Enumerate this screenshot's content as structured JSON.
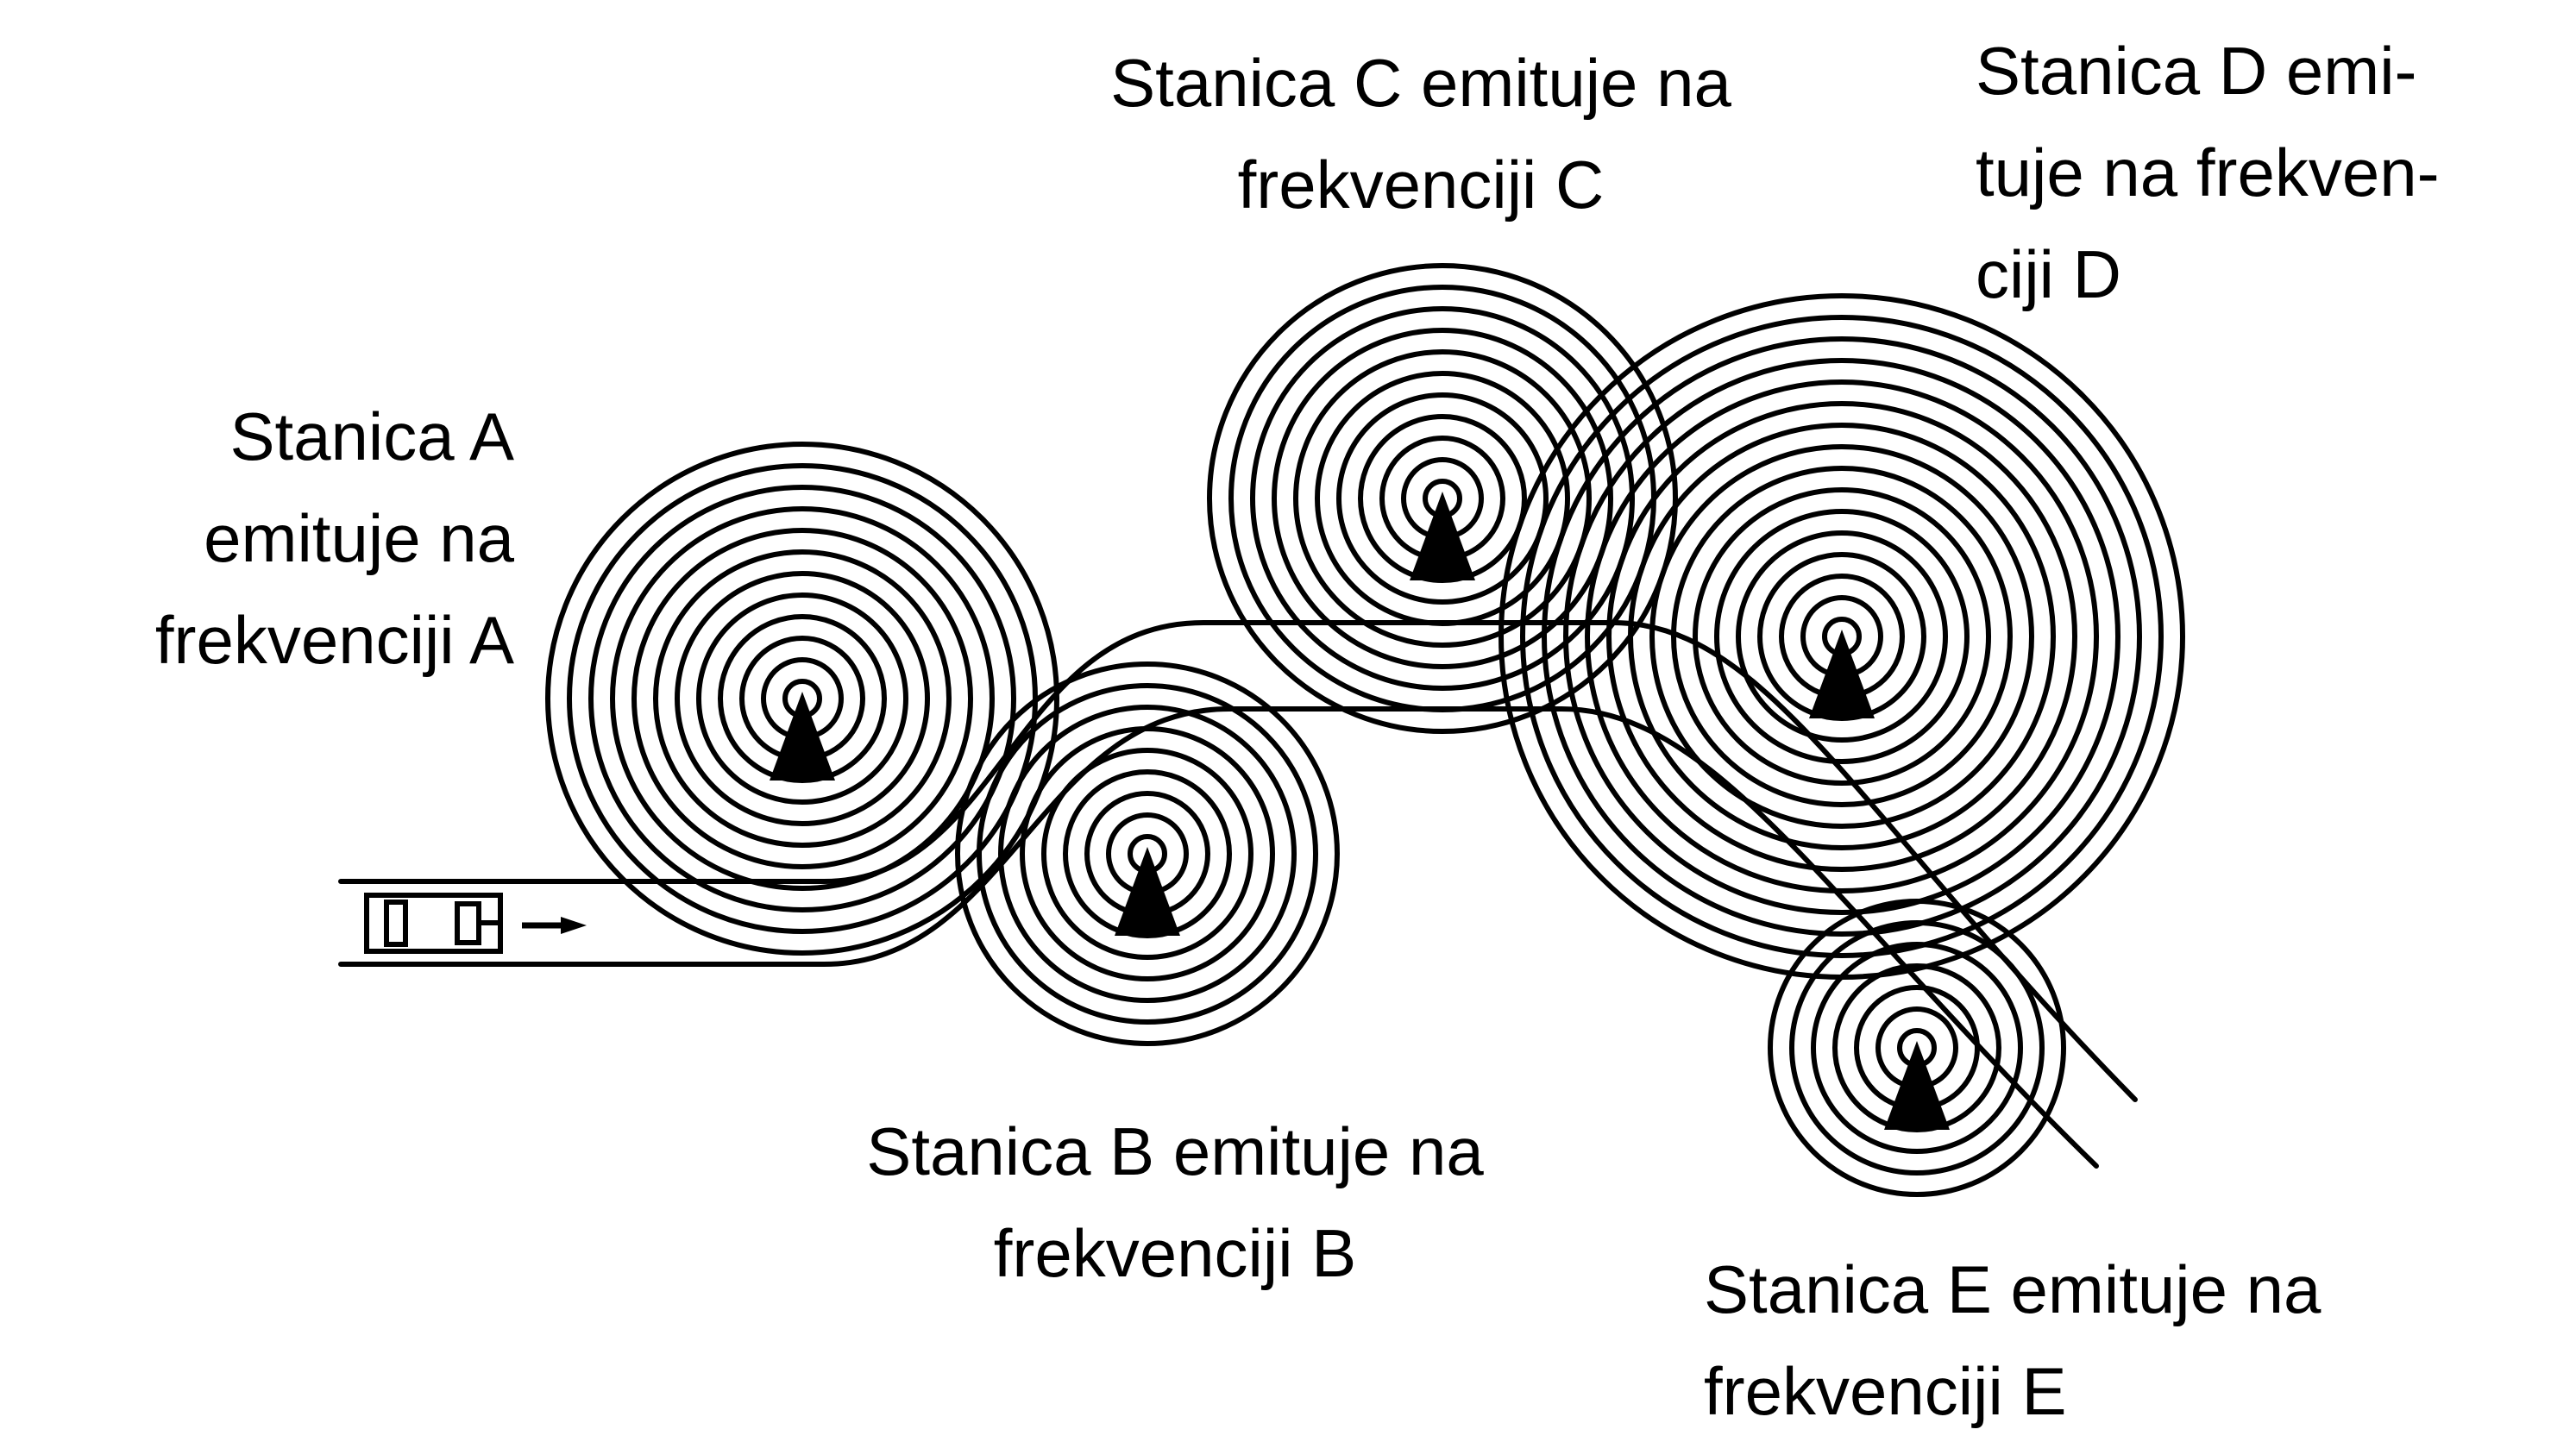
{
  "diagram": {
    "colors": {
      "stroke": "#000000",
      "background": "#ffffff"
    },
    "stations": [
      {
        "id": "A",
        "label_lines": [
          "Stanica A",
          "emituje na",
          "frekvenciji A"
        ]
      },
      {
        "id": "B",
        "label_lines": [
          "Stanica B emituje na",
          "frekvenciji B"
        ]
      },
      {
        "id": "C",
        "label_lines": [
          "Stanica C emituje na",
          "frekvenciji C"
        ]
      },
      {
        "id": "D",
        "label_lines": [
          "Stanica D emi-",
          "tuje na frekven-",
          "ciji D"
        ]
      },
      {
        "id": "E",
        "label_lines": [
          "Stanica E emituje na",
          "frekvenciji E"
        ]
      }
    ],
    "icons": {
      "tower": "triangle-tower-icon",
      "car": "car-icon",
      "direction": "arrow-right-icon"
    }
  }
}
